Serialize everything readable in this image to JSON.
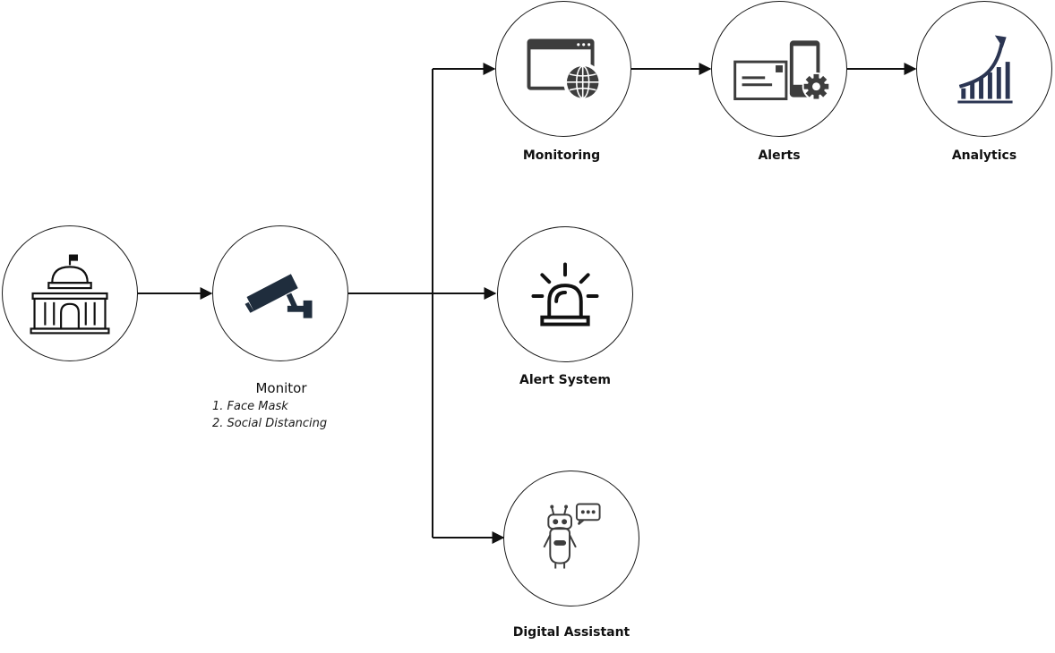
{
  "nodes": {
    "building": {},
    "monitor": {
      "label": "Monitor",
      "items": [
        "1. Face Mask",
        "2. Social Distancing"
      ]
    },
    "monitoring": {
      "label": "Monitoring"
    },
    "alerts": {
      "label": "Alerts"
    },
    "analytics": {
      "label": "Analytics"
    },
    "alert_system": {
      "label": "Alert System"
    },
    "digital_assistant": {
      "label": "Digital Assistant"
    }
  },
  "colors": {
    "line": "#111111",
    "icon_dark": "#1f2d3d",
    "icon_gray": "#3d3d3d",
    "analytics_navy": "#2b3552"
  },
  "icons": {
    "building": "government-building-icon",
    "monitor": "cctv-camera-icon",
    "monitoring": "web-browser-globe-icon",
    "alerts": "envelope-phone-gear-icon",
    "analytics": "growth-chart-icon",
    "alert_system": "siren-icon",
    "digital_assistant": "robot-chat-icon"
  }
}
